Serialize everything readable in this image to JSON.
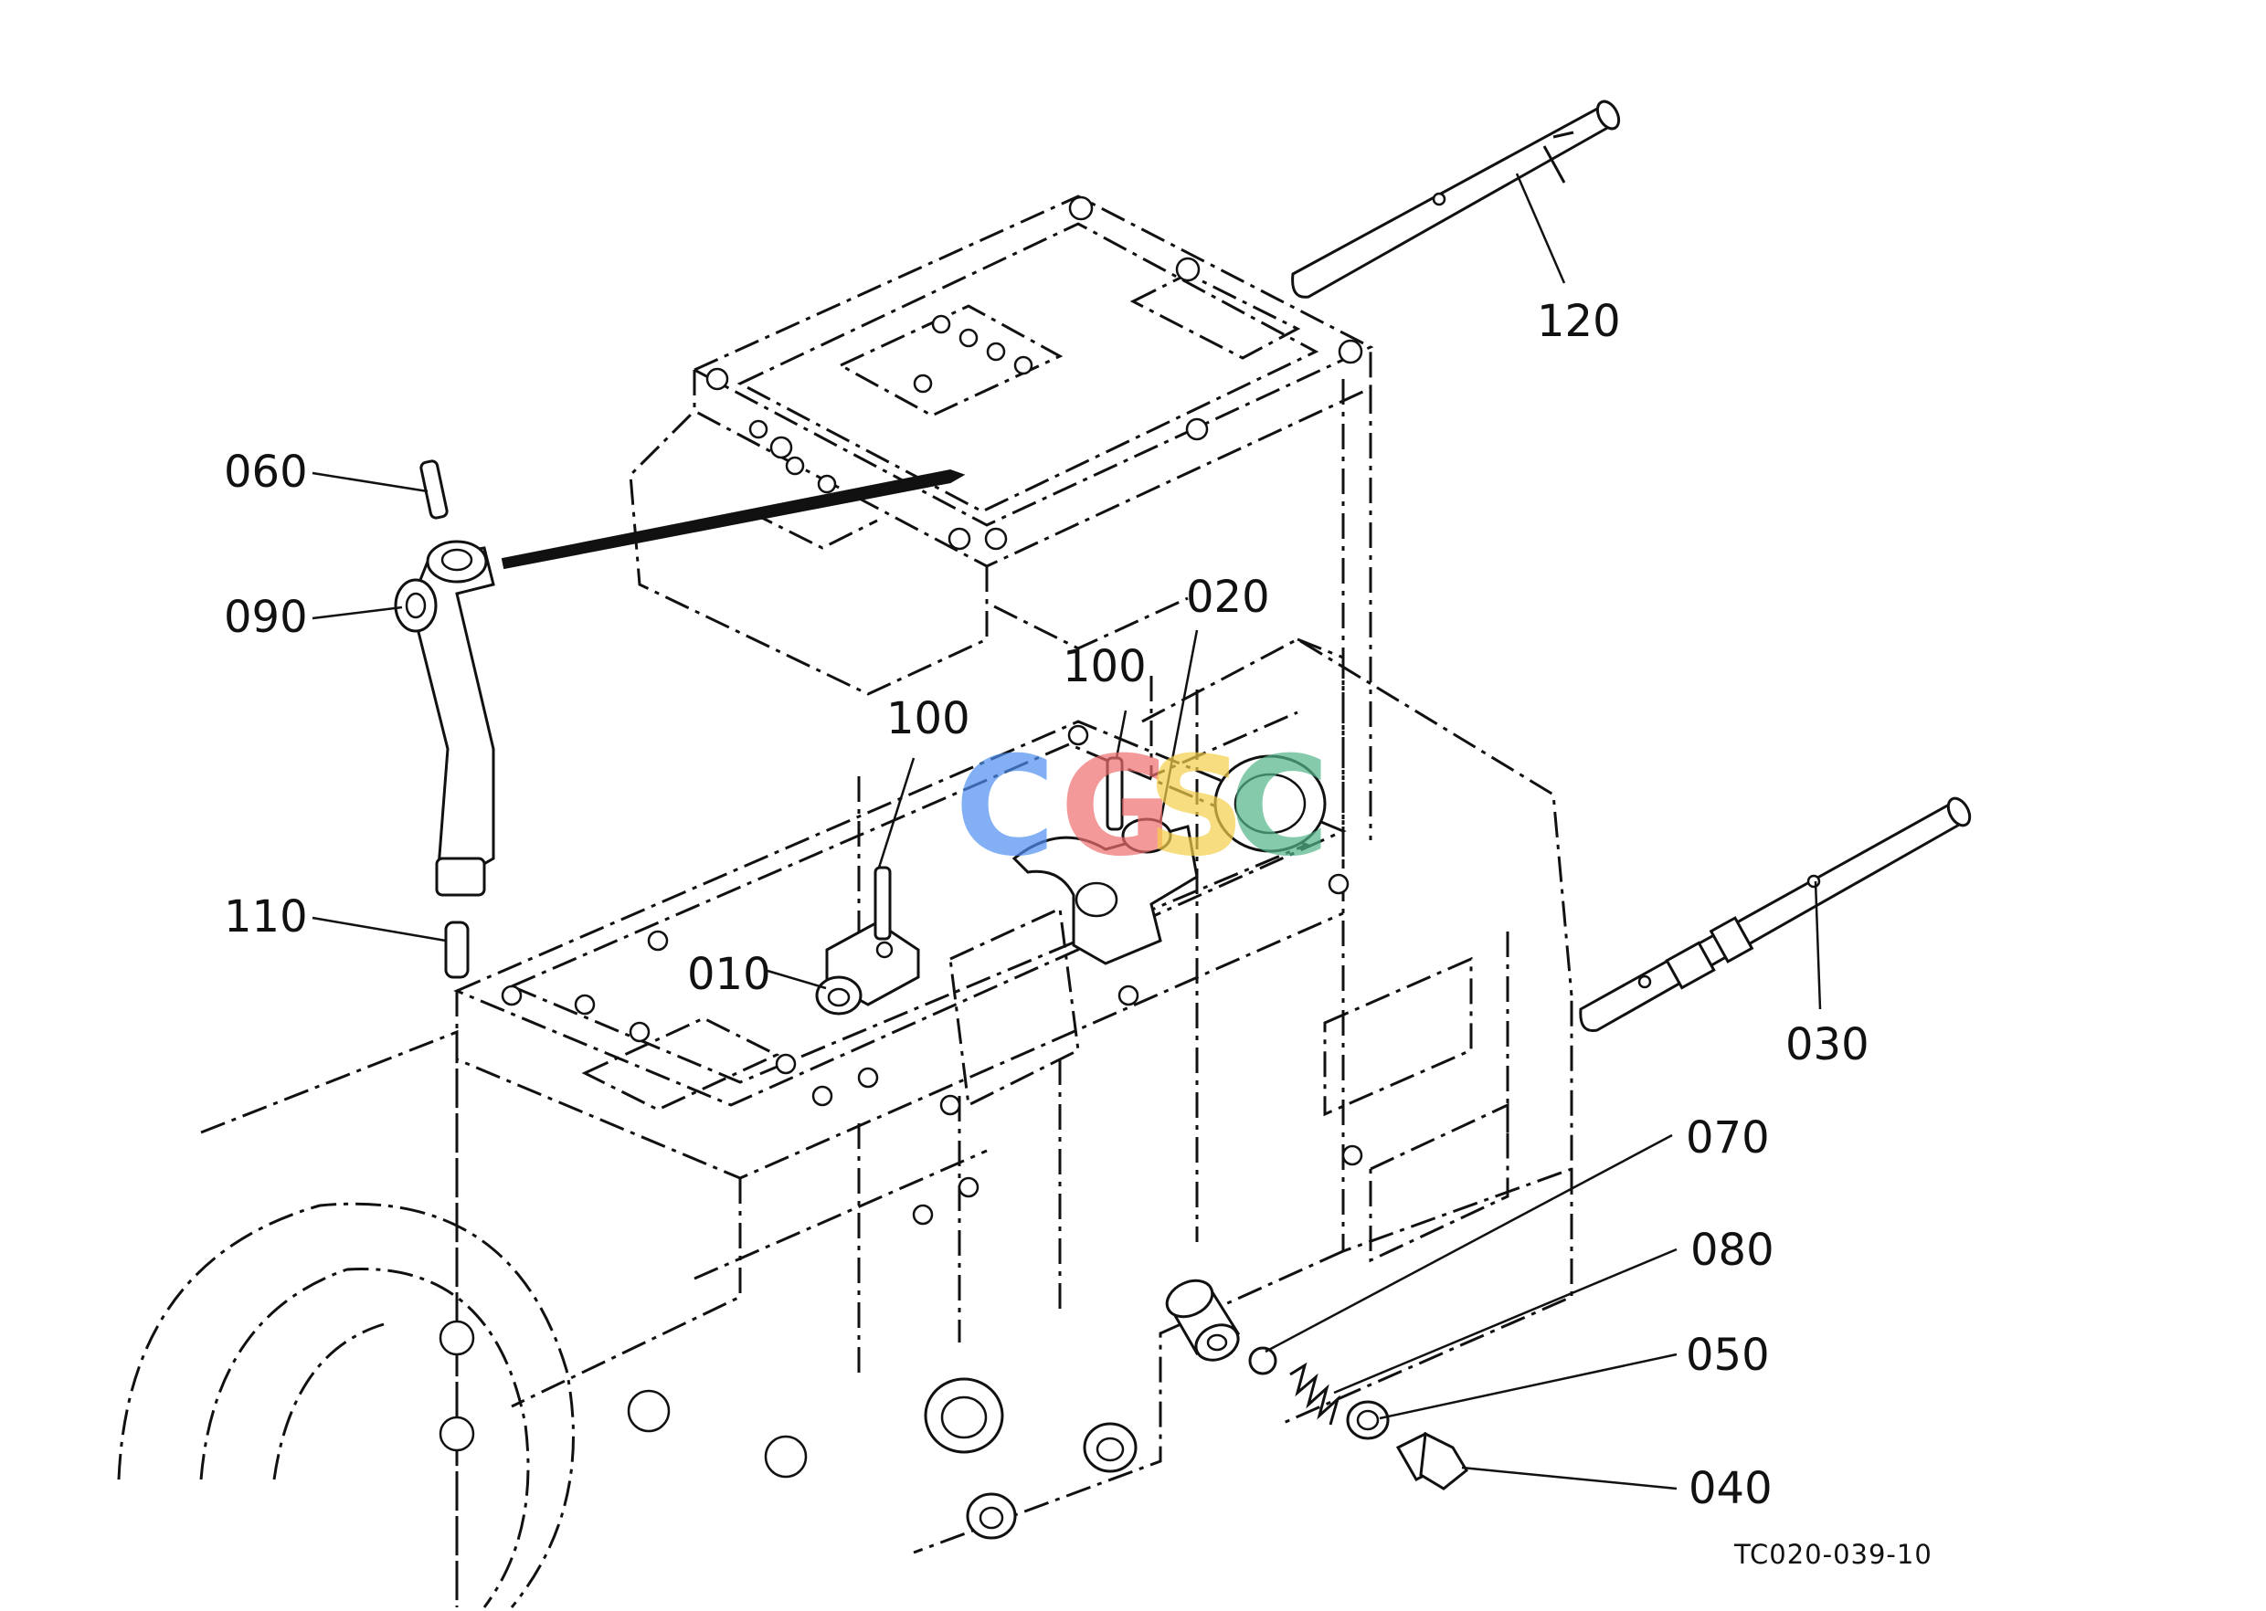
{
  "callouts": {
    "c010": "010",
    "c020": "020",
    "c030": "030",
    "c040": "040",
    "c050": "050",
    "c060": "060",
    "c070": "070",
    "c080": "080",
    "c090": "090",
    "c100a": "100",
    "c100b": "100",
    "c110": "110",
    "c120": "120"
  },
  "figure_code": "TC020-039-10",
  "watermark": {
    "letters": [
      "C",
      "G",
      "S",
      "C"
    ],
    "colors": [
      "#4f8ff0",
      "#f06e6e",
      "#f5cf4a",
      "#53b58a"
    ]
  },
  "colors": {
    "line": "#111111",
    "background": "#ffffff"
  }
}
